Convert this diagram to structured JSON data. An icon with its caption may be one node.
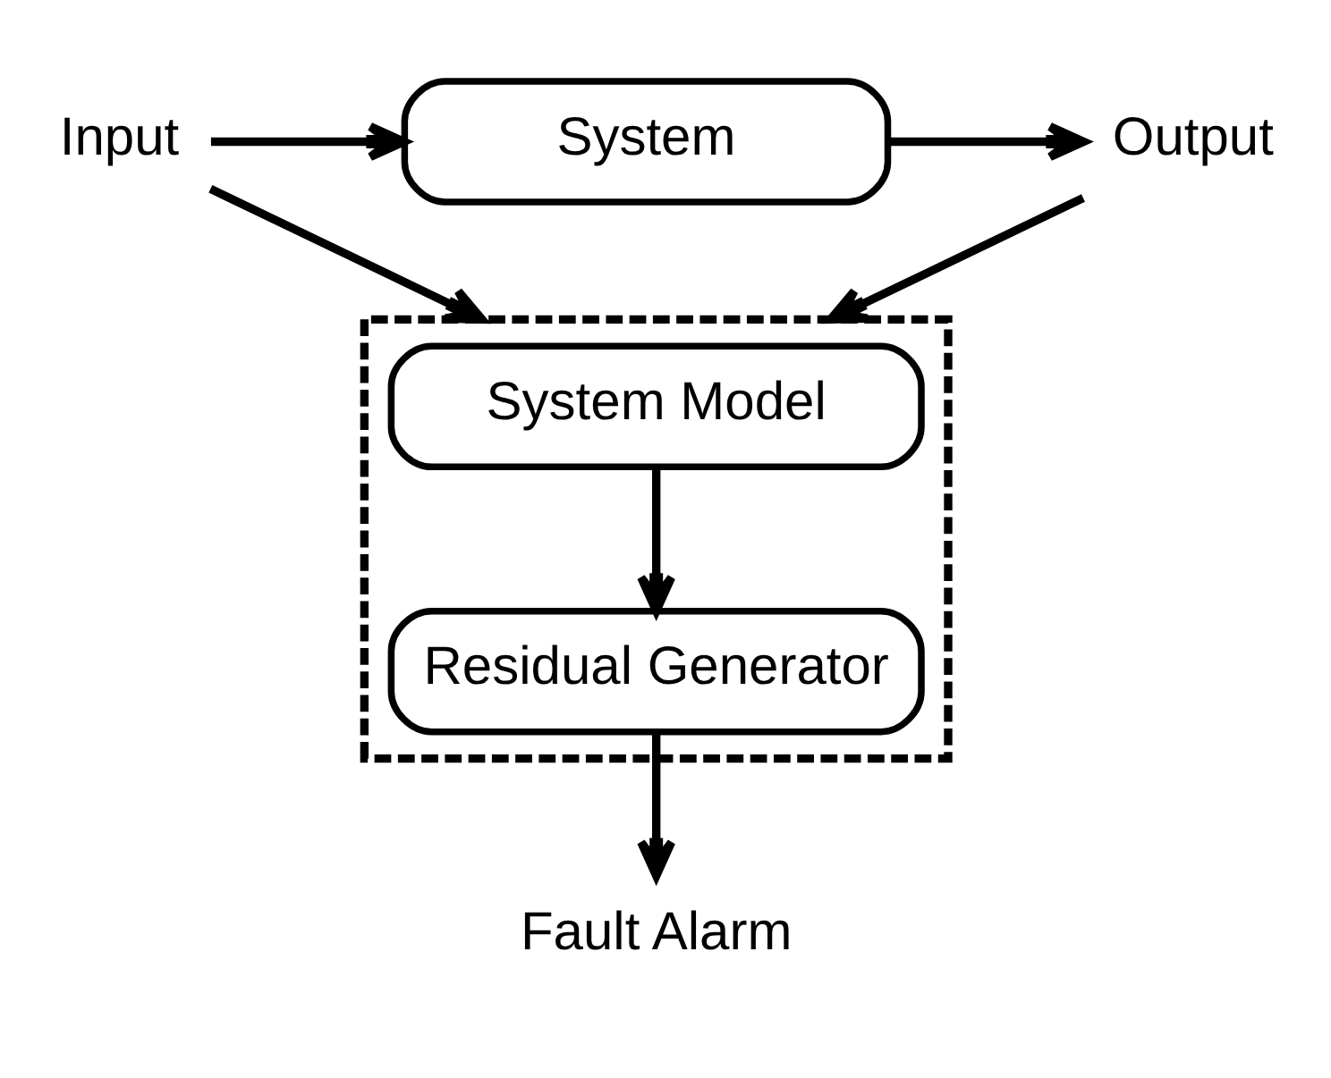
{
  "diagram": {
    "nodes": [
      {
        "text": [
          "Input"
        ]
      },
      {
        "text": [
          "System"
        ]
      },
      {
        "text": [
          "Output"
        ]
      },
      {
        "text": [],
        "shape": "box"
      },
      {
        "text": [
          "System Model"
        ],
        "in": 3
      },
      {
        "text": [
          "Residual Generator"
        ],
        "in": 3
      },
      {
        "text": [
          "Fault Alarm"
        ]
      }
    ],
    "edges": [
      {
        "from": 0,
        "to": 1,
        "arrow": "to"
      },
      {
        "from": 1,
        "to": 2,
        "arrow": "to"
      },
      {
        "from": 0,
        "to": 3,
        "arrow": "to"
      },
      {
        "from": 2,
        "to": 3,
        "arrow": "to"
      },
      {
        "from": 4,
        "to": 5,
        "arrow": "to"
      },
      {
        "from": 5,
        "to": 6,
        "arrow": "to"
      }
    ]
  }
}
